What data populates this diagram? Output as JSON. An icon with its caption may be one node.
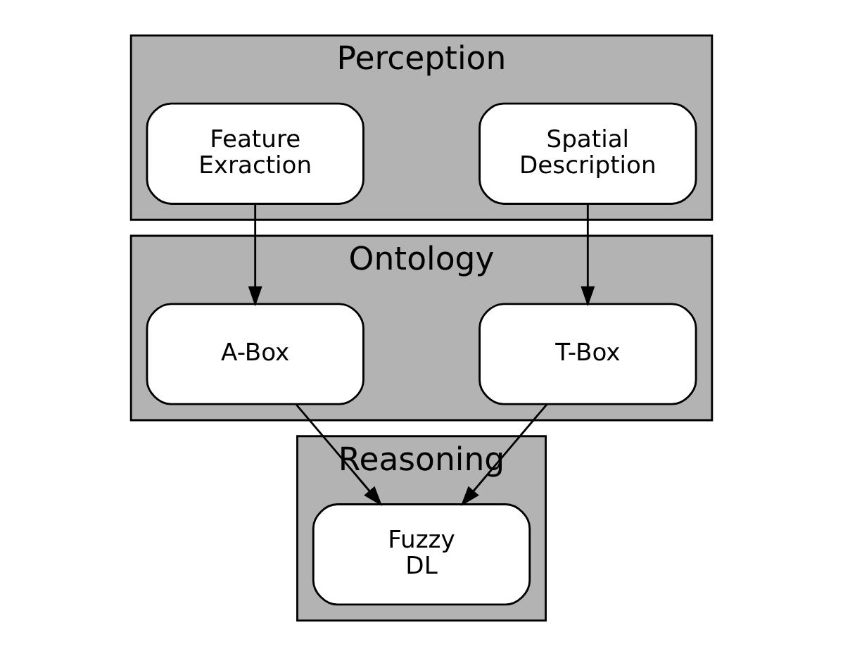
{
  "diagram": {
    "nodes": [
      {
        "text": [
          "Perception"
        ]
      },
      {
        "text": [
          "Spatial Description"
        ],
        "in": 0
      },
      {
        "text": [
          "Feature Exraction"
        ],
        "in": 0
      },
      {
        "text": [
          "Ontology"
        ]
      },
      {
        "text": [
          "T-Box"
        ],
        "in": 3
      },
      {
        "text": [
          "A-Box"
        ],
        "in": 3
      },
      {
        "text": [
          "Reasoning"
        ]
      },
      {
        "text": [
          "Fuzzy DL"
        ],
        "in": 6
      }
    ],
    "edges": [
      {
        "from": 1,
        "to": 4,
        "arrow": "to"
      },
      {
        "from": 2,
        "to": 5,
        "arrow": "to"
      },
      {
        "from": 4,
        "to": 7,
        "arrow": "to"
      },
      {
        "from": 5,
        "to": 7,
        "arrow": "to"
      }
    ]
  }
}
